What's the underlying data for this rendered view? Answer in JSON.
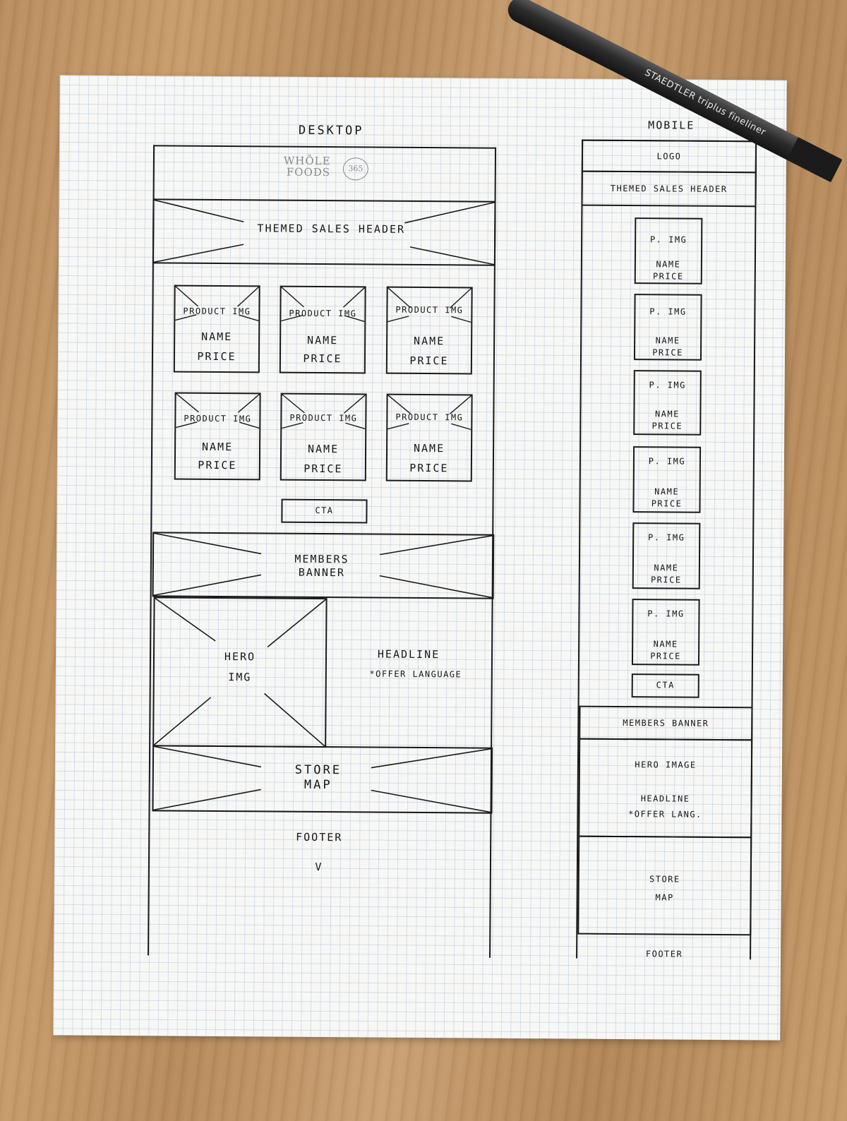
{
  "desktop": {
    "title": "DESKTOP",
    "logo": {
      "line1": "WHŌLE",
      "line2": "FOODS",
      "badge": "365"
    },
    "sales_header": "THEMED SALES HEADER",
    "products_row1": [
      {
        "img": "PRODUCT IMG",
        "name": "NAME",
        "price": "PRICE"
      },
      {
        "img": "PRODUCT IMG",
        "name": "NAME",
        "price": "PRICE"
      },
      {
        "img": "PRODUCT IMG",
        "name": "NAME",
        "price": "PRICE"
      }
    ],
    "products_row2": [
      {
        "img": "PRODUCT IMG",
        "name": "NAME",
        "price": "PRICE"
      },
      {
        "img": "PRODUCT IMG",
        "name": "NAME",
        "price": "PRICE"
      },
      {
        "img": "PRODUCT IMG",
        "name": "NAME",
        "price": "PRICE"
      }
    ],
    "cta": "CTA",
    "members_banner": {
      "line1": "MEMBERS",
      "line2": "BANNER"
    },
    "hero": {
      "line1": "HERO",
      "line2": "IMG"
    },
    "headline": "HEADLINE",
    "offer": "*OFFER LANGUAGE",
    "store_map": {
      "line1": "STORE",
      "line2": "MAP"
    },
    "footer": "FOOTER",
    "footer_chevron": "v"
  },
  "mobile": {
    "title": "MOBILE",
    "logo": "LOGO",
    "sales_header": "THEMED SALES HEADER",
    "products": [
      {
        "img": "P. IMG",
        "name": "NAME",
        "price": "PRICE"
      },
      {
        "img": "P. IMG",
        "name": "NAME",
        "price": "PRICE"
      },
      {
        "img": "P. IMG",
        "name": "NAME",
        "price": "PRICE"
      },
      {
        "img": "P. IMG",
        "name": "NAME",
        "price": "PRICE"
      },
      {
        "img": "P. IMG",
        "name": "NAME",
        "price": "PRICE"
      },
      {
        "img": "P. IMG",
        "name": "NAME",
        "price": "PRICE"
      }
    ],
    "cta": "CTA",
    "members_banner": "MEMBERS BANNER",
    "hero": "HERO IMAGE",
    "headline": "HEADLINE",
    "offer": "*OFFER LANG.",
    "store_map": {
      "line1": "STORE",
      "line2": "MAP"
    },
    "footer": "FOOTER"
  },
  "pen": {
    "text": "STAEDTLER triplus fineliner"
  }
}
